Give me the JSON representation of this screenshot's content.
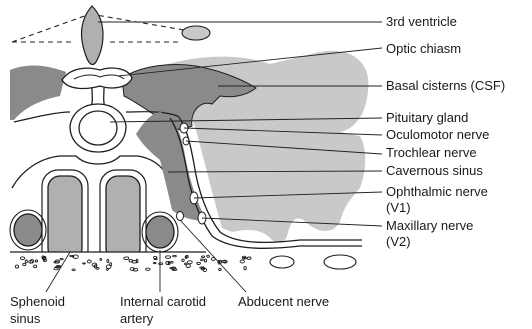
{
  "diagram": {
    "labels": {
      "third_ventricle": "3rd ventricle",
      "optic_chiasm": "Optic chiasm",
      "basal_cisterns": "Basal cisterns (CSF)",
      "pituitary_gland": "Pituitary gland",
      "oculomotor_nerve": "Oculomotor nerve",
      "trochlear_nerve": "Trochlear nerve",
      "cavernous_sinus": "Cavernous sinus",
      "ophthalmic_nerve_1": "Ophthalmic nerve",
      "ophthalmic_nerve_2": "(V1)",
      "maxillary_nerve_1": "Maxillary nerve",
      "maxillary_nerve_2": "(V2)",
      "sphenoid_sinus_1": "Sphenoid",
      "sphenoid_sinus_2": "sinus",
      "internal_carotid_1": "Internal carotid",
      "internal_carotid_2": "artery",
      "abducent_nerve": "Abducent nerve"
    },
    "colors": {
      "dark_grey": "#8a8a8a",
      "light_grey": "#c9c9c9",
      "mid_grey": "#b0b0b0",
      "outline": "#1e1e1e",
      "background": "#ffffff"
    }
  }
}
